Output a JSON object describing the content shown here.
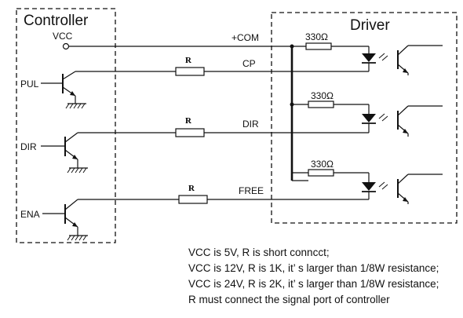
{
  "controller": {
    "title": "Controller",
    "vcc": "VCC",
    "inputs": [
      "PUL",
      "DIR",
      "ENA"
    ]
  },
  "driver": {
    "title": "Driver",
    "com": "+COM",
    "signals": [
      "CP",
      "DIR",
      "FREE"
    ],
    "resistor_value": "330Ω"
  },
  "series_resistor_label": "R",
  "notes": [
    "VCC is 5V, R is short conncct;",
    "VCC is 12V, R is 1K, it’   s larger than 1/8W resistance;",
    "VCC is 24V, R is 2K, it’   s larger than 1/8W resistance;",
    "R must connect the signal port of controller"
  ]
}
